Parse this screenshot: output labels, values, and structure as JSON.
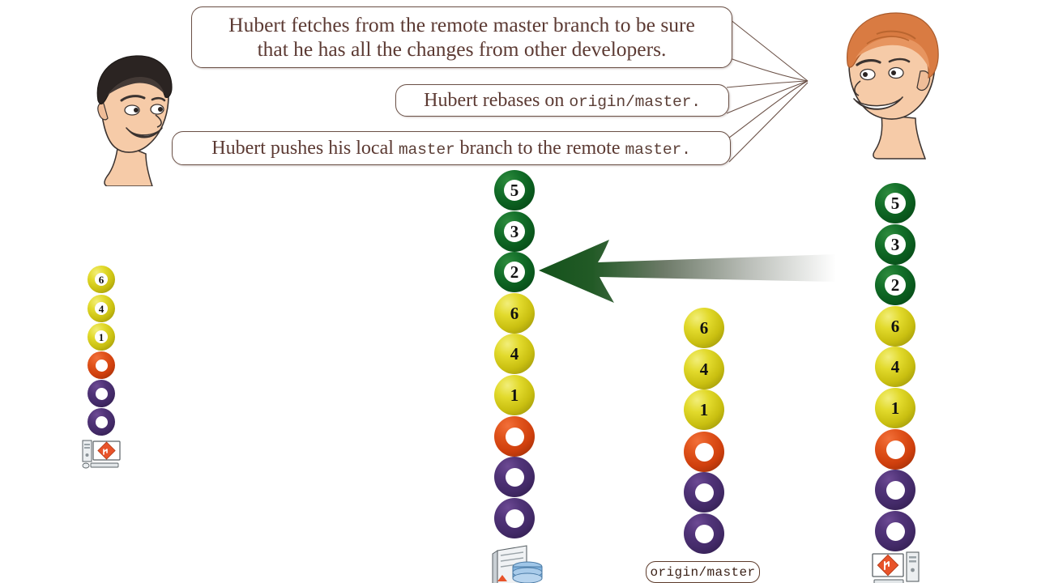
{
  "scene": {
    "title": "Git rebase and push workflow",
    "background": "#ffffff"
  },
  "bubbles": [
    {
      "id": "bubble-1",
      "line1": "Hubert fetches from the remote master branch to be sure",
      "line2": "that he has all the changes from other developers."
    },
    {
      "id": "bubble-2",
      "prefix": "Hubert rebases on ",
      "mono": "origin/master",
      "suffix": "."
    },
    {
      "id": "bubble-3",
      "prefix": "Hubert pushes his local ",
      "mono1": "master",
      "middle": " branch to the remote ",
      "mono2": "master",
      "suffix": "."
    }
  ],
  "people": [
    {
      "name": "developer-left",
      "hair": "#2b2422",
      "skin": "#f6cba8"
    },
    {
      "name": "hubert-right",
      "hair": "#d97b42",
      "skin": "#f6cba8"
    }
  ],
  "columns": [
    {
      "id": "local-left",
      "label": "",
      "machine": "desktop-computer-git",
      "nodes": [
        {
          "type": "ball",
          "color": "yellow",
          "value": "6"
        },
        {
          "type": "ball",
          "color": "yellow",
          "value": "4"
        },
        {
          "type": "ball",
          "color": "yellow",
          "value": "1"
        },
        {
          "type": "ring",
          "color": "orange",
          "value": ""
        },
        {
          "type": "ring",
          "color": "purple",
          "value": ""
        },
        {
          "type": "ring",
          "color": "purple",
          "value": ""
        }
      ]
    },
    {
      "id": "center-server",
      "label": "",
      "machine": "server-database",
      "nodes": [
        {
          "type": "ball",
          "color": "green",
          "value": "5"
        },
        {
          "type": "ball",
          "color": "green",
          "value": "3"
        },
        {
          "type": "ball",
          "color": "green",
          "value": "2"
        },
        {
          "type": "ball",
          "color": "yellow",
          "value": "6"
        },
        {
          "type": "ball",
          "color": "yellow",
          "value": "4"
        },
        {
          "type": "ball",
          "color": "yellow",
          "value": "1"
        },
        {
          "type": "ring",
          "color": "orange",
          "value": ""
        },
        {
          "type": "ring",
          "color": "purple",
          "value": ""
        },
        {
          "type": "ring",
          "color": "purple",
          "value": ""
        }
      ]
    },
    {
      "id": "origin-master",
      "label": "origin/master",
      "machine": "",
      "nodes": [
        {
          "type": "ball",
          "color": "yellow",
          "value": "6"
        },
        {
          "type": "ball",
          "color": "yellow",
          "value": "4"
        },
        {
          "type": "ball",
          "color": "yellow",
          "value": "1"
        },
        {
          "type": "ring",
          "color": "orange",
          "value": ""
        },
        {
          "type": "ring",
          "color": "purple",
          "value": ""
        },
        {
          "type": "ring",
          "color": "purple",
          "value": ""
        }
      ]
    },
    {
      "id": "hubert-local",
      "label": "",
      "machine": "desktop-computer-git",
      "nodes": [
        {
          "type": "ball",
          "color": "green",
          "value": "5"
        },
        {
          "type": "ball",
          "color": "green",
          "value": "3"
        },
        {
          "type": "ball",
          "color": "green",
          "value": "2"
        },
        {
          "type": "ball",
          "color": "yellow",
          "value": "6"
        },
        {
          "type": "ball",
          "color": "yellow",
          "value": "4"
        },
        {
          "type": "ball",
          "color": "yellow",
          "value": "1"
        },
        {
          "type": "ring",
          "color": "orange",
          "value": ""
        },
        {
          "type": "ring",
          "color": "purple",
          "value": ""
        },
        {
          "type": "ring",
          "color": "purple",
          "value": ""
        }
      ]
    }
  ],
  "arrow": {
    "name": "push-arrow",
    "direction": "left",
    "color_start": "#1d5c22",
    "color_end": "#ffffff"
  },
  "colors": {
    "green": "#0a5c1e",
    "yellow": "#d8d017",
    "orange": "#d84a15",
    "purple": "#4a2b6e",
    "bubble_text": "#5c3a33",
    "bubble_border": "#6b5147"
  }
}
